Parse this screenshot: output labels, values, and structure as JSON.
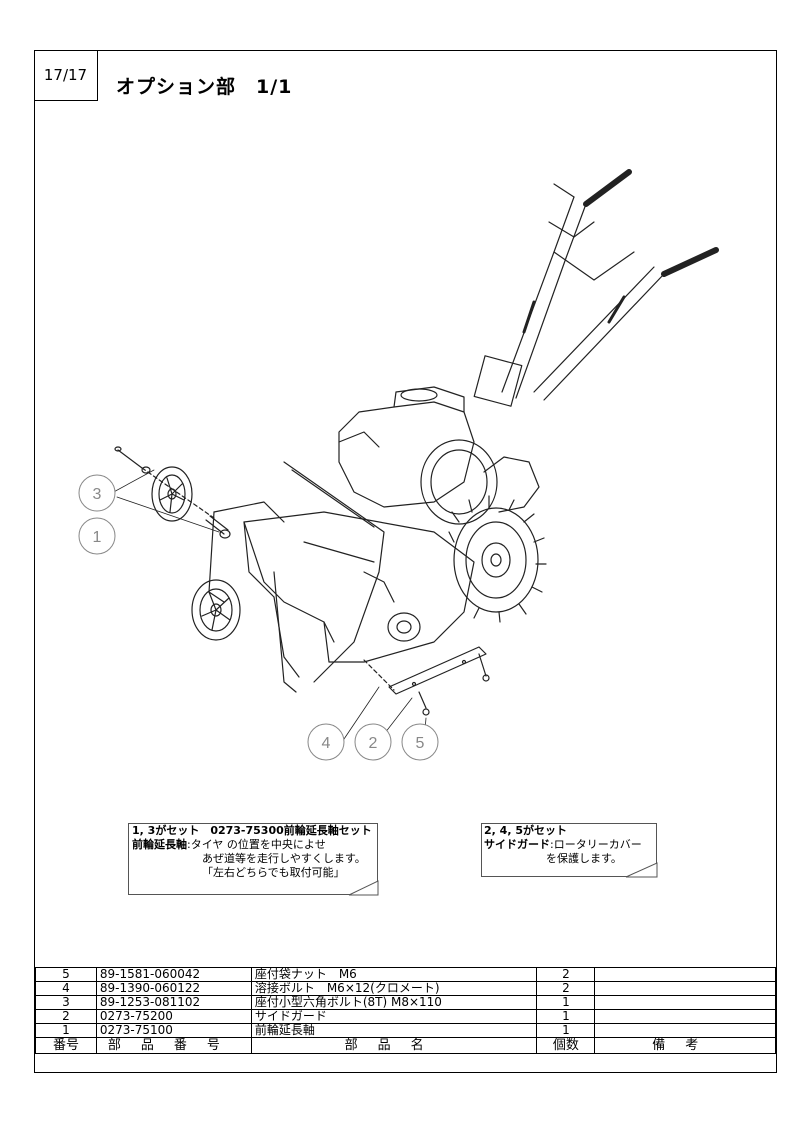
{
  "header": {
    "page": "17/17",
    "title": "オプション部　1/1"
  },
  "callouts": [
    "3",
    "1",
    "4",
    "2",
    "5"
  ],
  "notes": {
    "left": {
      "line1": "1, 3がセット　0273-75300前輪延長軸セット",
      "line2_bold": "前輪延長軸",
      "line2_rest": ":タイヤ の位置を中央によせ",
      "line3": "あぜ道等を走行しやすくします。",
      "line4": "「左右どちらでも取付可能」"
    },
    "right": {
      "line1": "2, 4, 5がセット",
      "line2_bold": "サイドガード",
      "line2_rest": ":ロータリーカバー",
      "line3": "を保護します。"
    }
  },
  "parts_table": {
    "rows": [
      {
        "no": "5",
        "part_number": "89-1581-060042",
        "name": "座付袋ナット　M6",
        "qty": "2",
        "remarks": ""
      },
      {
        "no": "4",
        "part_number": "89-1390-060122",
        "name": "溶接ボルト　M6×12(クロメート)",
        "qty": "2",
        "remarks": ""
      },
      {
        "no": "3",
        "part_number": "89-1253-081102",
        "name": "座付小型六角ボルト(8T) M8×110",
        "qty": "1",
        "remarks": ""
      },
      {
        "no": "2",
        "part_number": "0273-75200",
        "name": "サイドガード",
        "qty": "1",
        "remarks": ""
      },
      {
        "no": "1",
        "part_number": "0273-75100",
        "name": "前輪延長軸",
        "qty": "1",
        "remarks": ""
      }
    ],
    "headers": {
      "no": "番号",
      "part_number": "部品番号",
      "name": "部品名",
      "qty": "個数",
      "remarks": "備考"
    }
  }
}
